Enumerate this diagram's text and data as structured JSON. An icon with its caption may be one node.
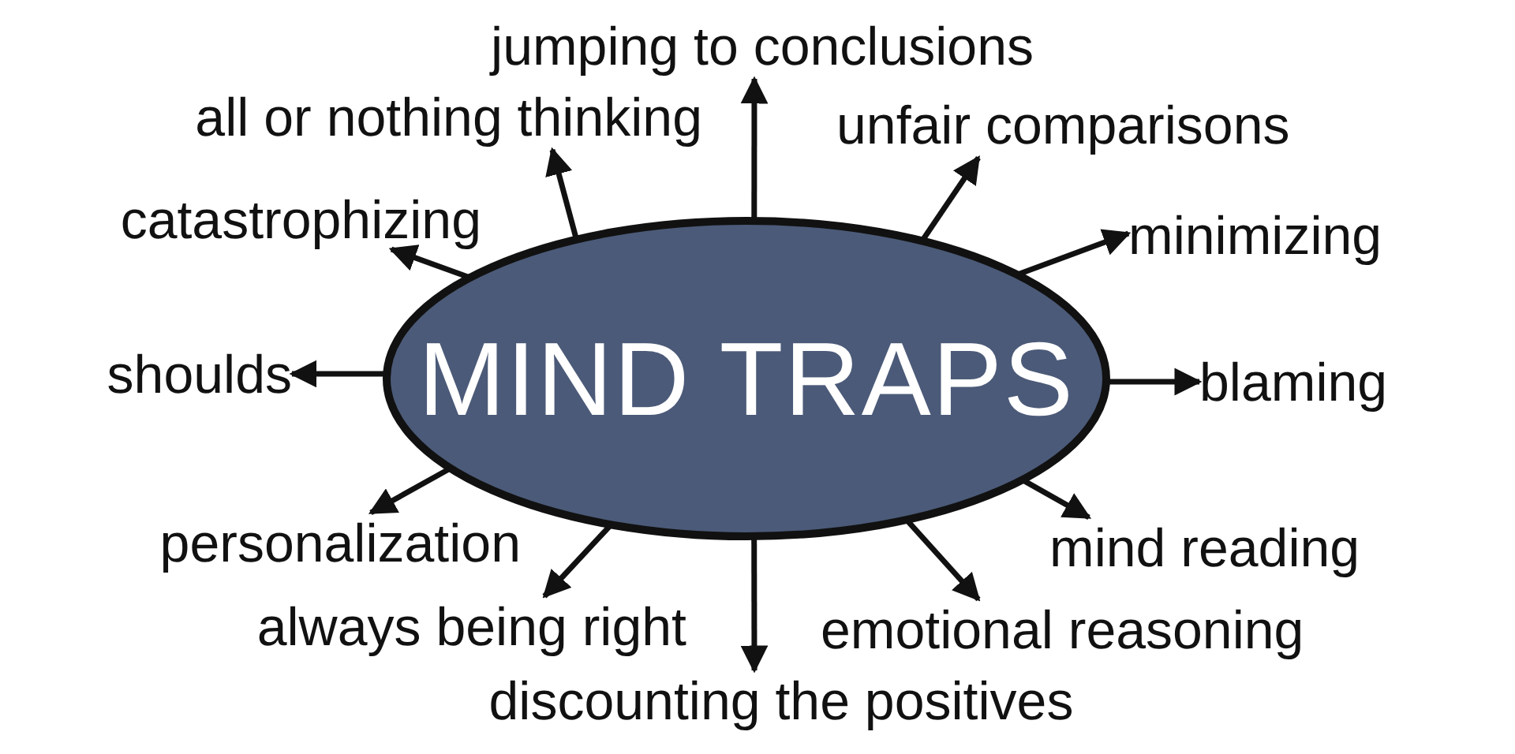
{
  "diagram": {
    "nodes": [
      {
        "text": [
          "MIND TRAPS"
        ]
      },
      {
        "text": [
          "jumping to conclusions"
        ]
      },
      {
        "text": [
          "all or nothing thinking"
        ]
      },
      {
        "text": [
          "unfair comparisons"
        ]
      },
      {
        "text": [
          "catastrophizing"
        ]
      },
      {
        "text": [
          "minimizing"
        ]
      },
      {
        "text": [
          "shoulds"
        ]
      },
      {
        "text": [
          "blaming"
        ]
      },
      {
        "text": [
          "personalization"
        ]
      },
      {
        "text": [
          "mind reading"
        ]
      },
      {
        "text": [
          "always being right"
        ]
      },
      {
        "text": [
          "emotional reasoning"
        ]
      },
      {
        "text": [
          "discounting the positives"
        ]
      }
    ],
    "edges": [
      {
        "from": 0,
        "to": 1,
        "arrow": "to"
      },
      {
        "from": 0,
        "to": 2,
        "arrow": "to"
      },
      {
        "from": 0,
        "to": 3,
        "arrow": "to"
      },
      {
        "from": 0,
        "to": 4,
        "arrow": "to"
      },
      {
        "from": 0,
        "to": 5,
        "arrow": "to"
      },
      {
        "from": 0,
        "to": 6,
        "arrow": "to"
      },
      {
        "from": 0,
        "to": 7,
        "arrow": "to"
      },
      {
        "from": 0,
        "to": 8,
        "arrow": "to"
      },
      {
        "from": 0,
        "to": 9,
        "arrow": "to"
      },
      {
        "from": 0,
        "to": 10,
        "arrow": "to"
      },
      {
        "from": 0,
        "to": 11,
        "arrow": "to"
      },
      {
        "from": 0,
        "to": 12,
        "arrow": "to"
      }
    ]
  }
}
